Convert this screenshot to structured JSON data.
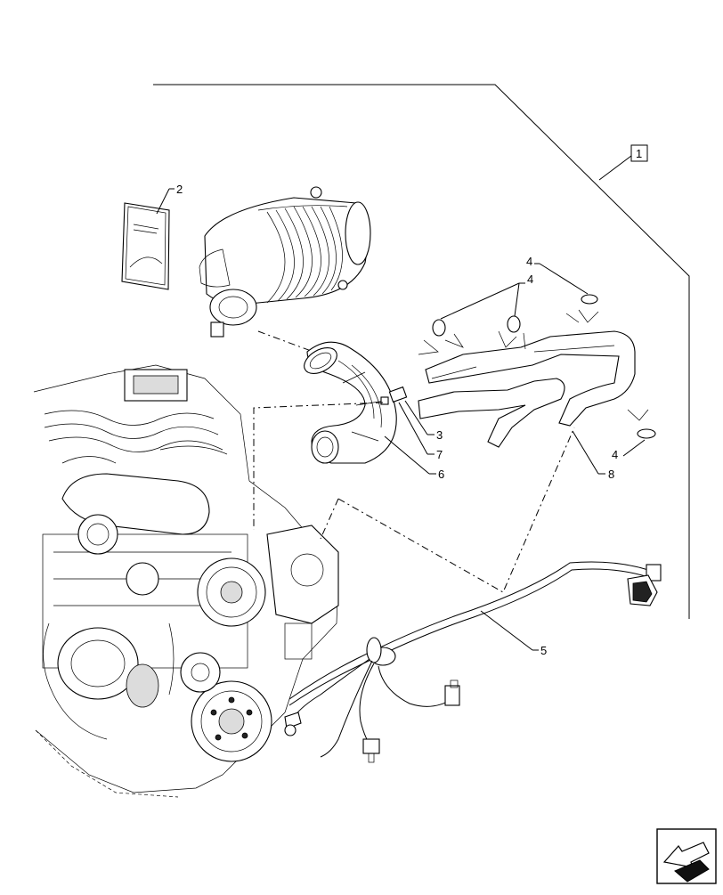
{
  "callouts": {
    "group": "1",
    "manual": "2",
    "clamp_a": "3",
    "clip_top": "4",
    "clip_mid": "4",
    "clip_bottom": "4",
    "harness": "5",
    "air_duct": "6",
    "clamp_b": "7",
    "hose": "8"
  },
  "icons": [
    "engine-illustration",
    "air-filter-illustration",
    "manual-illustration",
    "orientation-arrow-icon"
  ]
}
